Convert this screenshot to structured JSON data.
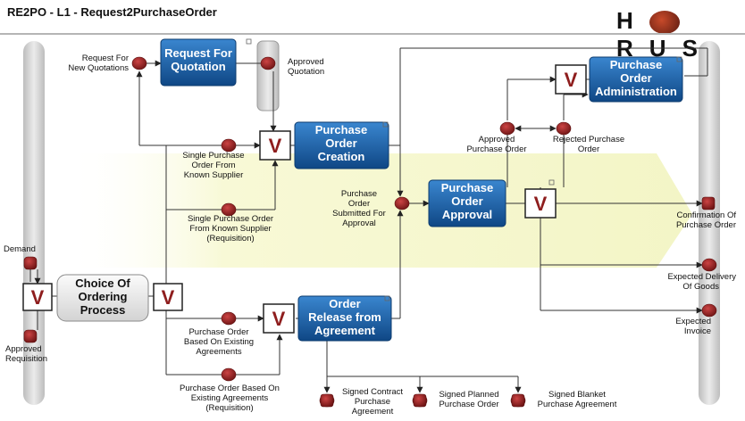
{
  "header": {
    "title": "RE2PO - L1 - Request2PurchaseOrder",
    "brand": "HORUS",
    "brand_letters": [
      "H",
      "R",
      "U",
      "S"
    ]
  },
  "colors": {
    "process_blue": "#1c5fa3",
    "event_red": "#8e1d1d",
    "connector_v": "#8e1d1d",
    "lane_gray": "#d6d6d6",
    "flow_band": "#f8f9d6"
  },
  "processes": [
    {
      "id": "rfq",
      "lines": [
        "Request For",
        "Quotation"
      ]
    },
    {
      "id": "poc",
      "lines": [
        "Purchase",
        "Order",
        "Creation"
      ]
    },
    {
      "id": "poa",
      "lines": [
        "Purchase",
        "Order",
        "Approval"
      ]
    },
    {
      "id": "poadm",
      "lines": [
        "Purchase",
        "Order",
        "Administration"
      ]
    },
    {
      "id": "ora",
      "lines": [
        "Order",
        "Release from",
        "Agreement"
      ]
    },
    {
      "id": "coop",
      "lines": [
        "Choice Of",
        "Ordering",
        "Process"
      ]
    }
  ],
  "events": [
    {
      "id": "req_new_quot",
      "lines": [
        "Request For",
        "New Quotations"
      ]
    },
    {
      "id": "approved_quot",
      "lines": [
        "Approved",
        "Quotation"
      ]
    },
    {
      "id": "single_po",
      "lines": [
        "Single Purchase",
        "Order From",
        "Known Supplier"
      ]
    },
    {
      "id": "single_po_req",
      "lines": [
        "Single Purchase Order",
        "From Known Supplier",
        "(Requisition)"
      ]
    },
    {
      "id": "po_submitted",
      "lines": [
        "Purchase",
        "Order",
        "Submitted For",
        "Approval"
      ]
    },
    {
      "id": "approved_po",
      "lines": [
        "Approved",
        "Purchase Order"
      ]
    },
    {
      "id": "rejected_po",
      "lines": [
        "Rejected Purchase",
        "Order"
      ]
    },
    {
      "id": "confirmation",
      "lines": [
        "Confirmation Of",
        "Purchase Order"
      ]
    },
    {
      "id": "expected_delivery",
      "lines": [
        "Expected Delivery",
        "Of Goods"
      ]
    },
    {
      "id": "expected_invoice",
      "lines": [
        "Expected",
        "Invoice"
      ]
    },
    {
      "id": "demand",
      "lines": [
        "Demand"
      ]
    },
    {
      "id": "approved_req",
      "lines": [
        "Approved",
        "Requisition"
      ]
    },
    {
      "id": "po_existing",
      "lines": [
        "Purchase Order",
        "Based On Existing",
        "Agreements"
      ]
    },
    {
      "id": "po_existing_req",
      "lines": [
        "Purchase Order Based On",
        "Existing Agreements",
        "(Requisition)"
      ]
    },
    {
      "id": "signed_contract",
      "lines": [
        "Signed Contract",
        "Purchase",
        "Agreement"
      ]
    },
    {
      "id": "signed_planned",
      "lines": [
        "Signed Planned",
        "Purchase Order"
      ]
    },
    {
      "id": "signed_blanket",
      "lines": [
        "Signed Blanket",
        "Purchase Agreement"
      ]
    }
  ],
  "connectors": [
    {
      "id": "v_coop_in",
      "label": "V"
    },
    {
      "id": "v_coop_out",
      "label": "V"
    },
    {
      "id": "v_poc",
      "label": "V"
    },
    {
      "id": "v_ora",
      "label": "V"
    },
    {
      "id": "v_poa",
      "label": "V"
    },
    {
      "id": "v_poadm",
      "label": "V"
    }
  ]
}
